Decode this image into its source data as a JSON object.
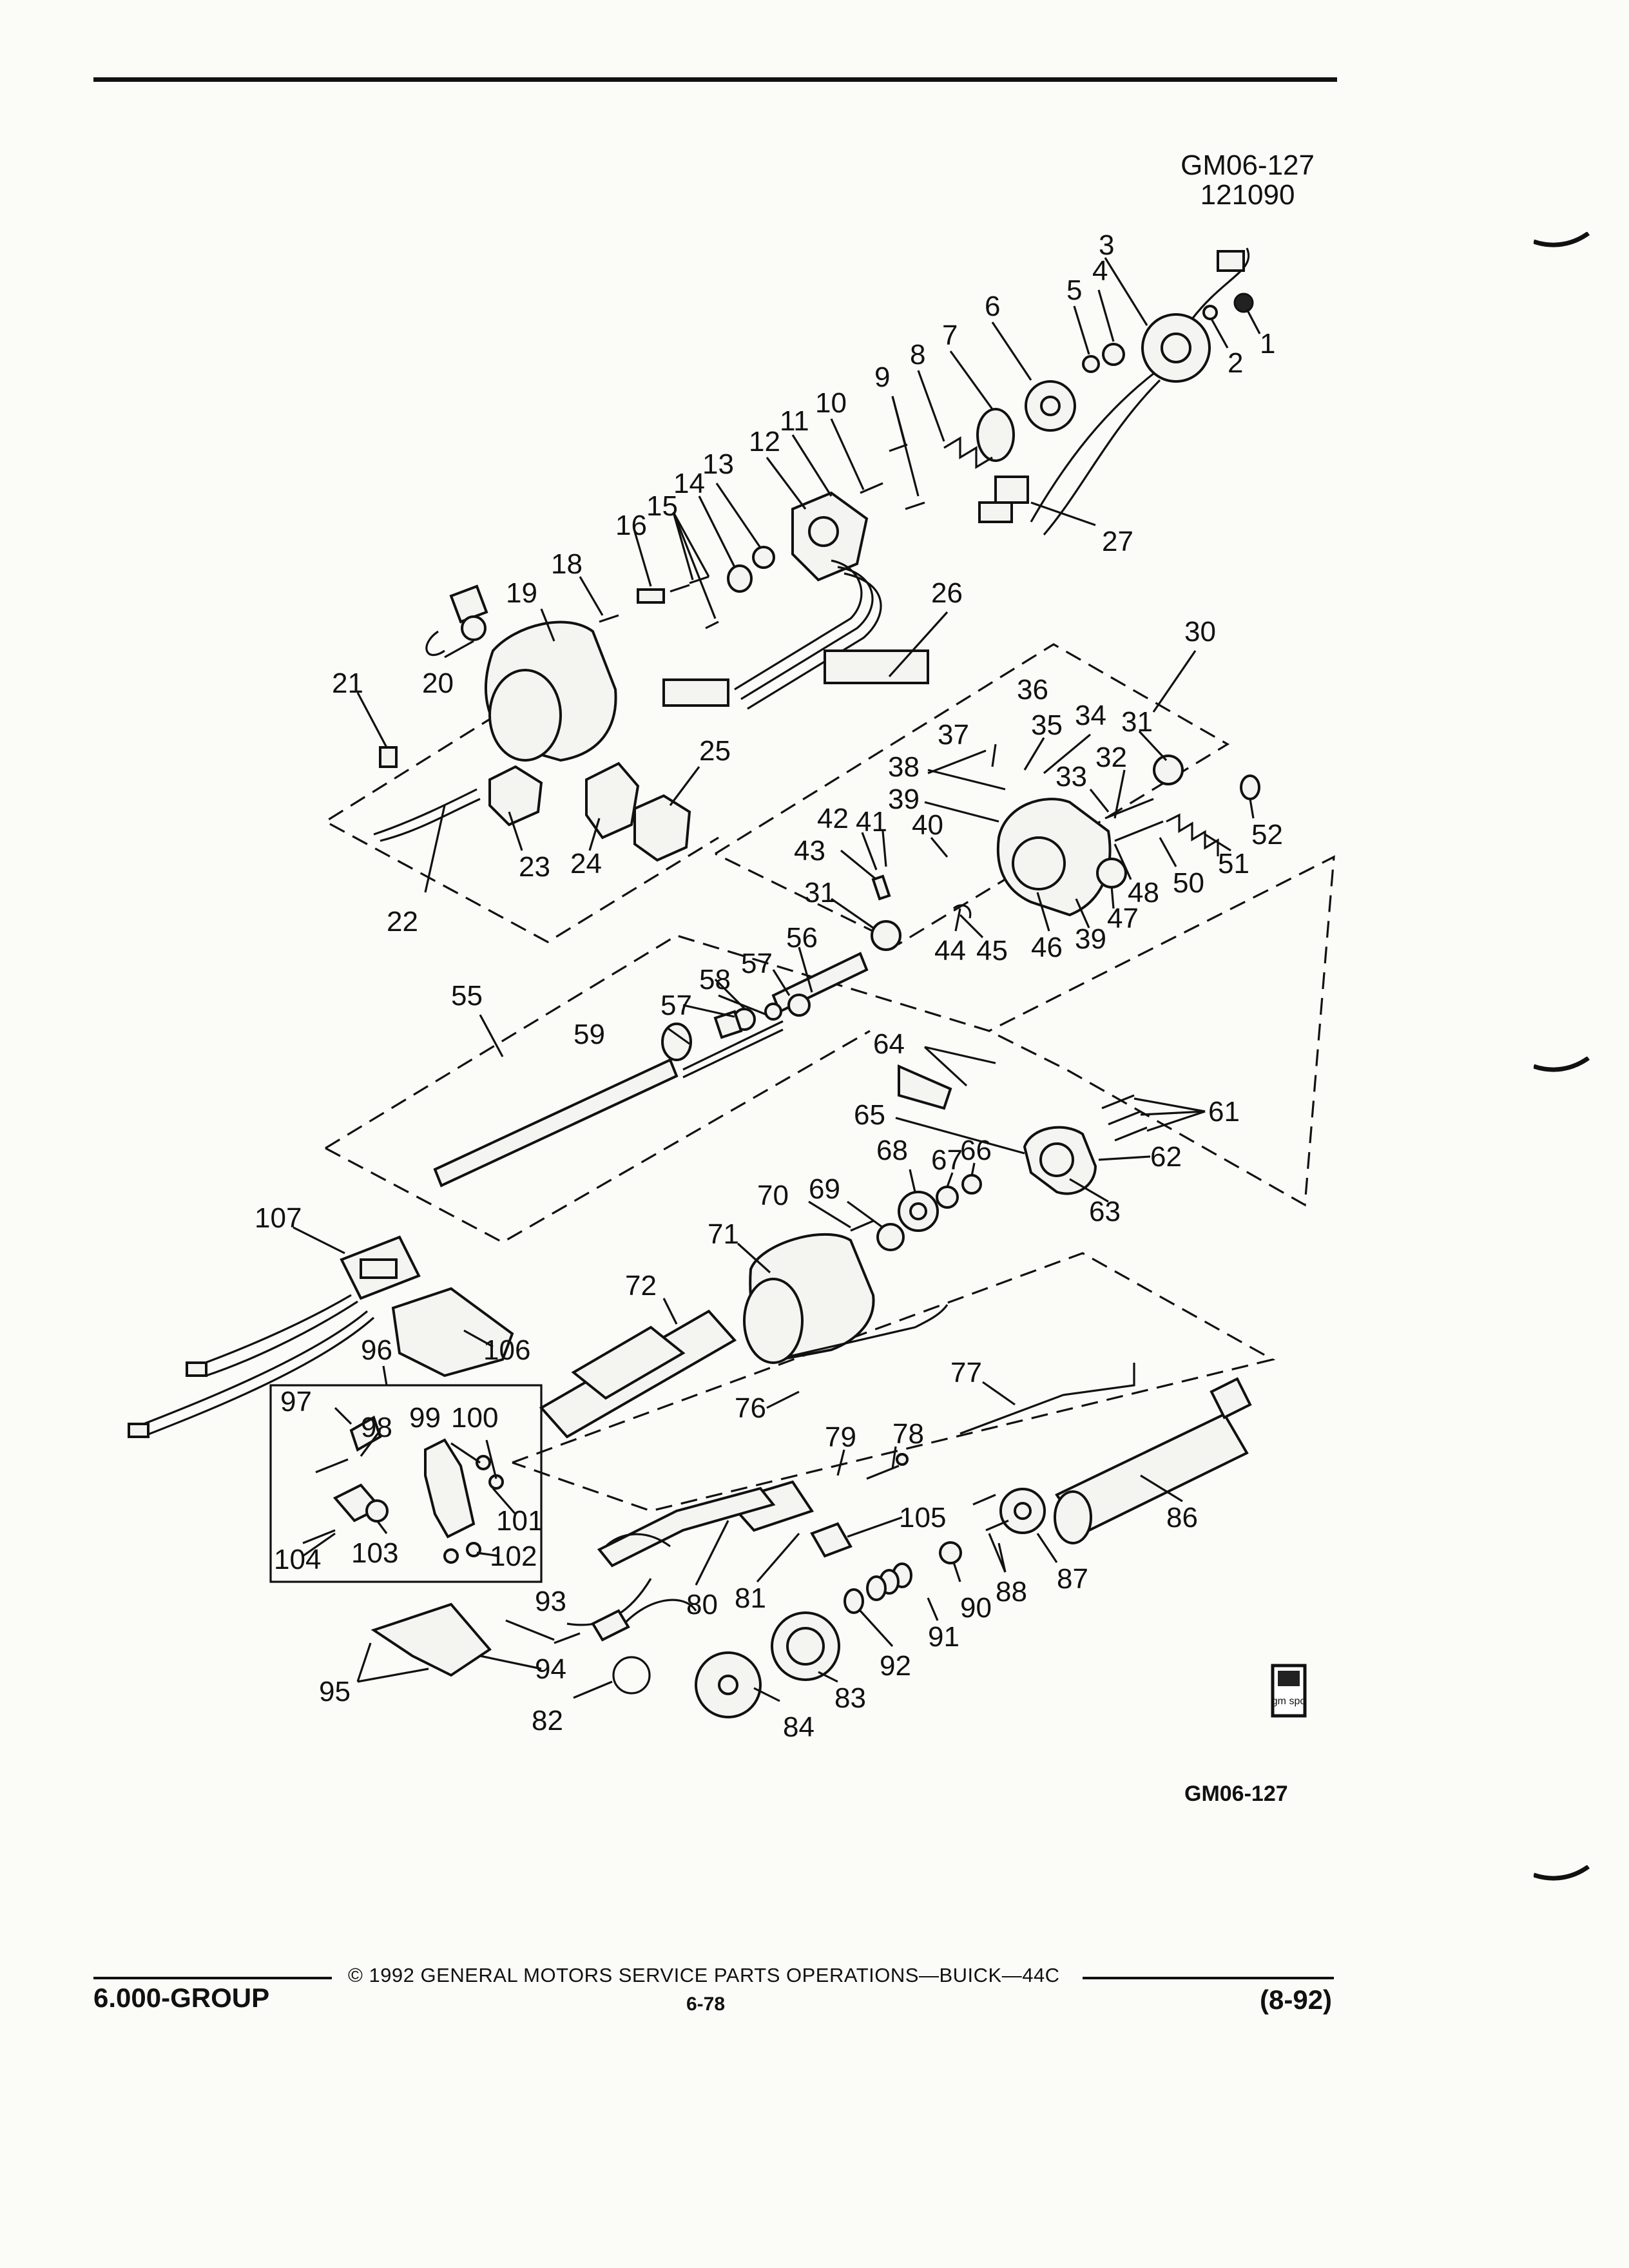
{
  "header": {
    "figure_code": "GM06-127",
    "figure_number": "121090"
  },
  "figure_code_bottom": "GM06-127",
  "footer": {
    "group": "6.000-GROUP",
    "copyright": "© 1992 GENERAL MOTORS SERVICE PARTS OPERATIONS—BUICK—44C",
    "page": "6-78",
    "date": "(8-92)"
  },
  "logo_text": "gm spo",
  "callouts": [
    "1",
    "2",
    "3",
    "4",
    "5",
    "6",
    "7",
    "8",
    "9",
    "10",
    "11",
    "12",
    "13",
    "14",
    "15",
    "16",
    "18",
    "19",
    "20",
    "21",
    "22",
    "23",
    "24",
    "25",
    "26",
    "27",
    "30",
    "31",
    "31",
    "32",
    "33",
    "34",
    "35",
    "36",
    "37",
    "38",
    "39",
    "39",
    "40",
    "41",
    "42",
    "43",
    "44",
    "45",
    "46",
    "47",
    "48",
    "50",
    "51",
    "52",
    "55",
    "56",
    "57",
    "57",
    "58",
    "59",
    "61",
    "62",
    "63",
    "64",
    "65",
    "66",
    "67",
    "68",
    "69",
    "70",
    "71",
    "72",
    "76",
    "77",
    "78",
    "79",
    "80",
    "81",
    "82",
    "83",
    "84",
    "86",
    "87",
    "88",
    "90",
    "91",
    "92",
    "93",
    "94",
    "95",
    "96",
    "97",
    "98",
    "99",
    "100",
    "101",
    "102",
    "103",
    "104",
    "105",
    "106",
    "107"
  ]
}
